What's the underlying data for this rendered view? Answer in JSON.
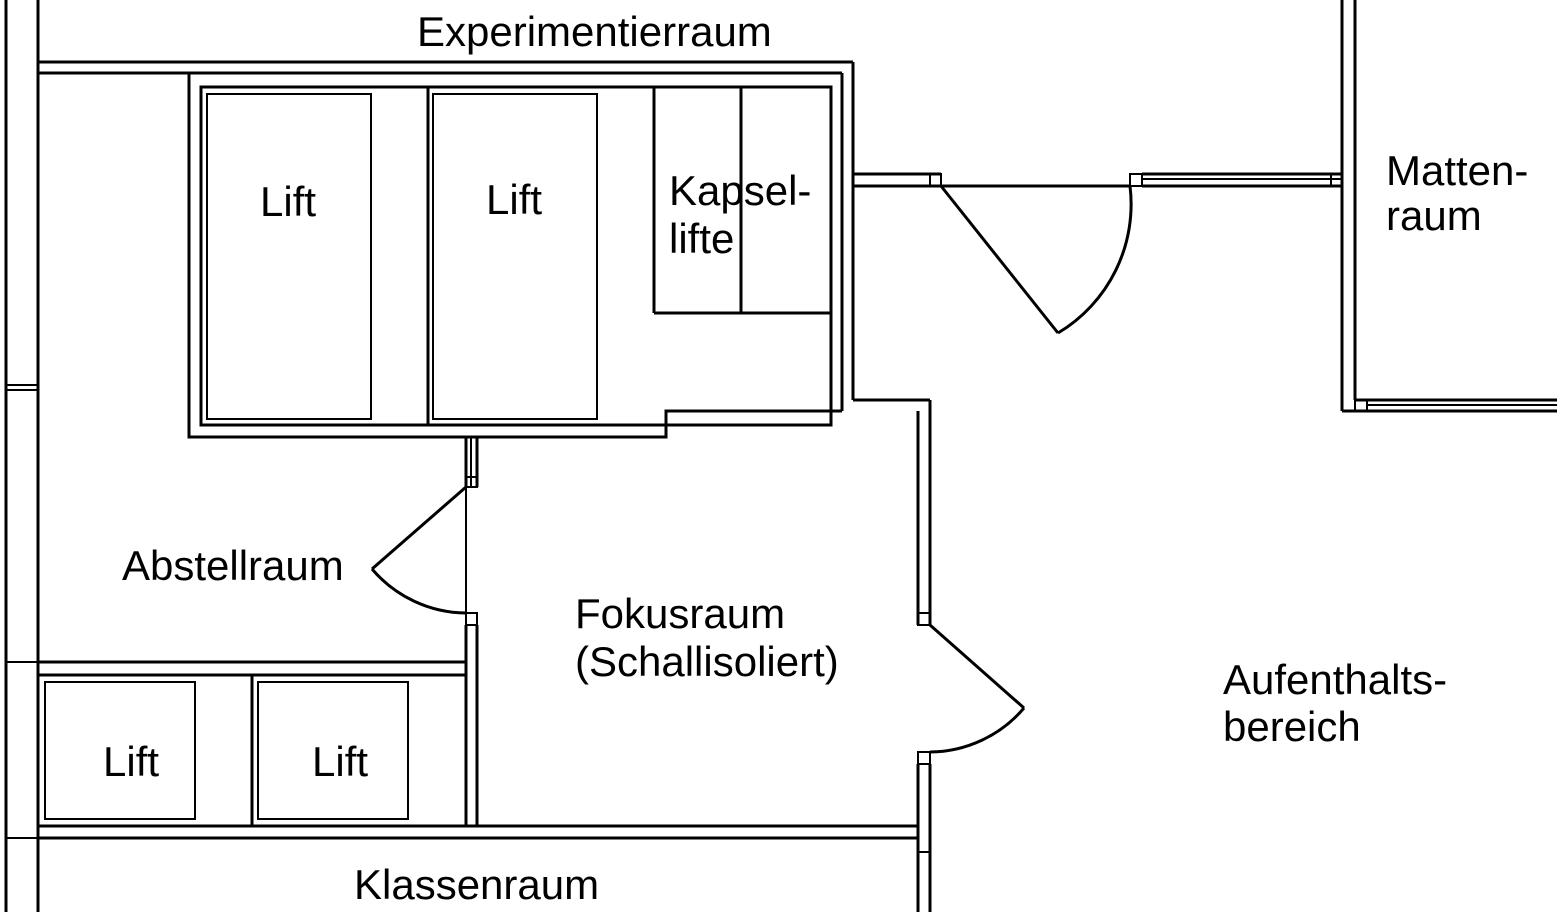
{
  "rooms": {
    "experimentierraum": "Experimentierraum",
    "mattenraum_line1": "Matten-",
    "mattenraum_line2": "raum",
    "abstellraum": "Abstellraum",
    "fokusraum_line1": "Fokusraum",
    "fokusraum_line2": "(Schallisoliert)",
    "aufenthalt_line1": "Aufenthalts-",
    "aufenthalt_line2": "bereich",
    "klassenraum": "Klassenraum"
  },
  "lifts": {
    "lift_top_1": "Lift",
    "lift_top_2": "Lift",
    "kapsel_line1": "Kapsel-",
    "kapsel_line2": "lifte",
    "lift_bottom_1": "Lift",
    "lift_bottom_2": "Lift"
  }
}
